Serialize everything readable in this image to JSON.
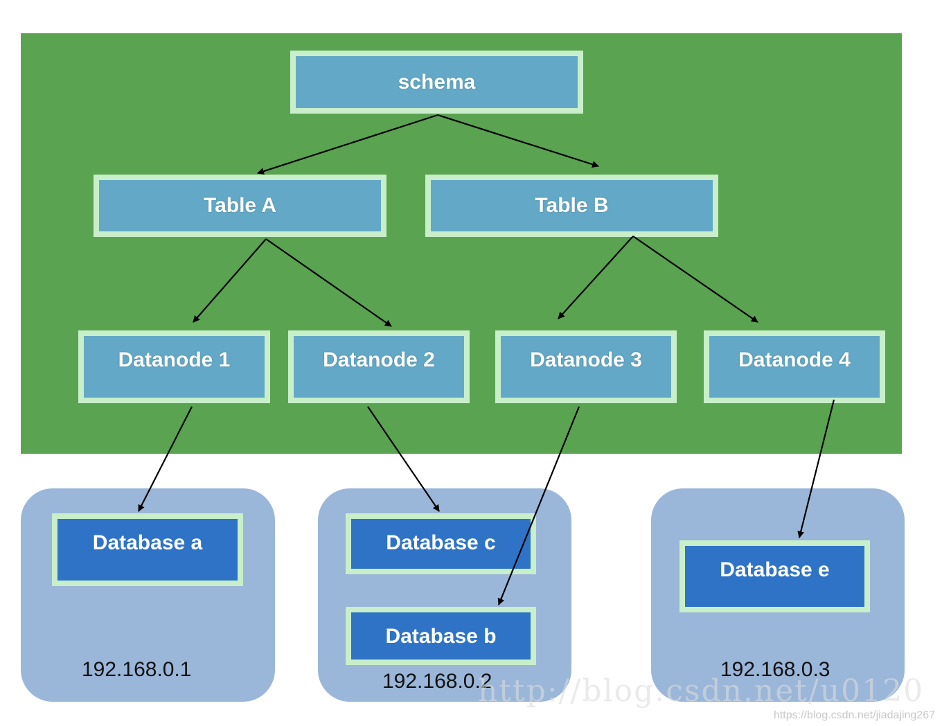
{
  "nodes": {
    "schema": "schema",
    "table_a": "Table A",
    "table_b": "Table B",
    "datanode1": "Datanode 1",
    "datanode2": "Datanode 2",
    "datanode3": "Datanode 3",
    "datanode4": "Datanode 4"
  },
  "databases": {
    "a": "Database a",
    "b": "Database b",
    "c": "Database c",
    "e": "Database e"
  },
  "hosts": {
    "host1": "192.168.0.1",
    "host2": "192.168.0.2",
    "host3": "192.168.0.3"
  },
  "watermark": {
    "large": "http://blog.csdn.net/u0120",
    "small": "https://blog.csdn.net/jiadajing267"
  },
  "colors": {
    "panel": "#5aa351",
    "node_fill": "#63a9c7",
    "node_border": "#c8efc9",
    "db_fill": "#2e73c6",
    "host_fill": "#9ab6d9"
  },
  "edges": [
    {
      "from": "schema",
      "to": "Table A"
    },
    {
      "from": "schema",
      "to": "Table B"
    },
    {
      "from": "Table A",
      "to": "Datanode 1"
    },
    {
      "from": "Table A",
      "to": "Datanode 2"
    },
    {
      "from": "Table B",
      "to": "Datanode 3"
    },
    {
      "from": "Table B",
      "to": "Datanode 4"
    },
    {
      "from": "Datanode 1",
      "to": "Database a"
    },
    {
      "from": "Datanode 2",
      "to": "Database c"
    },
    {
      "from": "Datanode 3",
      "to": "Database b"
    },
    {
      "from": "Datanode 4",
      "to": "Database e"
    }
  ]
}
